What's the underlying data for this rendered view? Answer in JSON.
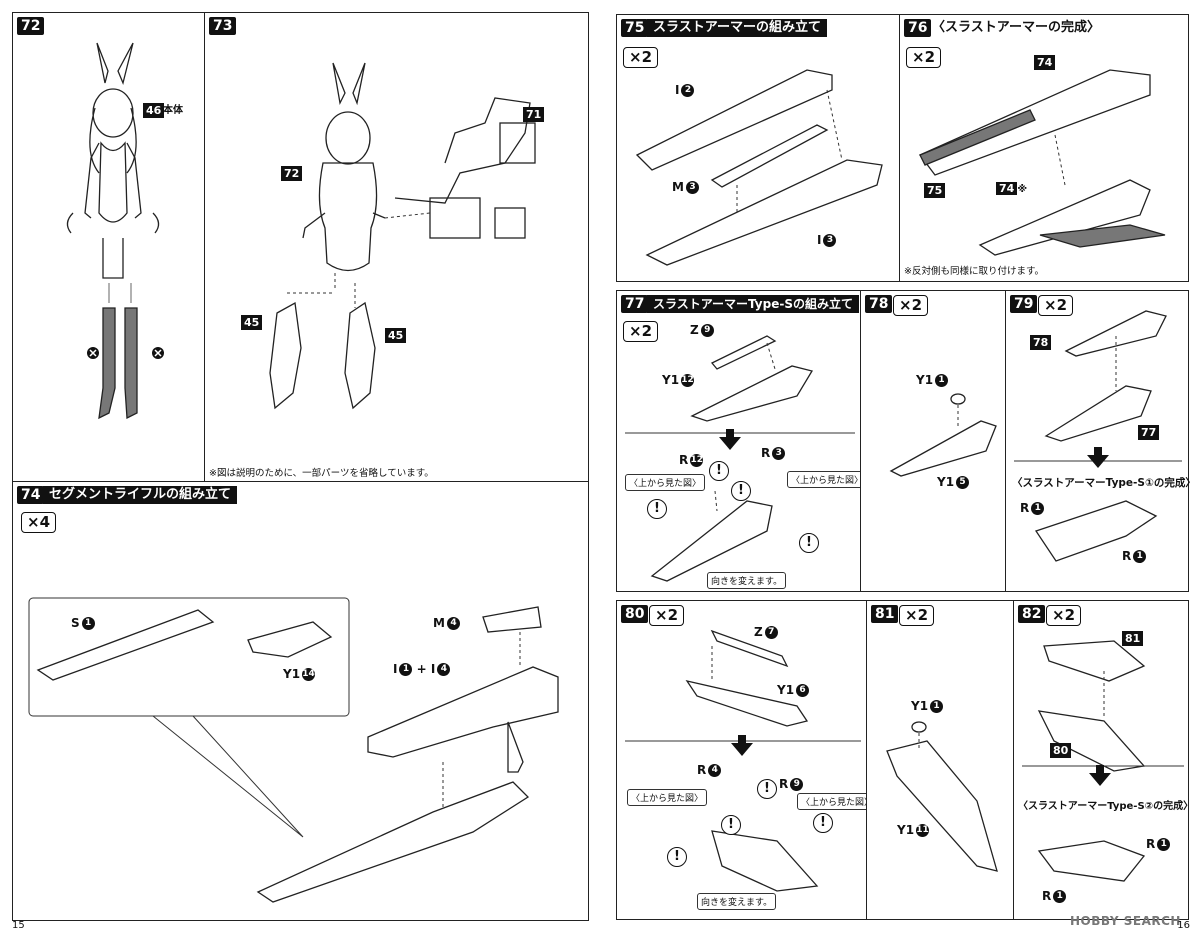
{
  "pages": {
    "left": "15",
    "right": "16"
  },
  "steps": {
    "s72": {
      "num": "72",
      "labels": {
        "body": "本体"
      },
      "tags": {
        "t46": "46"
      }
    },
    "s73": {
      "num": "73",
      "tags": {
        "t72": "72",
        "t71": "71",
        "t45a": "45",
        "t45b": "45"
      },
      "note": "※図は説明のために、一部パーツを省略しています。"
    },
    "s74": {
      "num": "74",
      "title": "セグメントライフルの組み立て",
      "mult": "×4",
      "parts": {
        "s": "S",
        "s_n": "1",
        "y1": "Y1",
        "y1_n": "14",
        "m": "M",
        "m_n": "4",
        "i": "I",
        "i_n1": "1",
        "plus": "+",
        "i2": "I",
        "i_n2": "4"
      }
    },
    "s75": {
      "num": "75",
      "title": "スラストアーマーの組み立て",
      "mult": "×2",
      "parts": {
        "i_a": "I",
        "i_a_n": "2",
        "m": "M",
        "m_n": "3",
        "i_b": "I",
        "i_b_n": "3"
      }
    },
    "s76": {
      "num": "76",
      "title": "〈スラストアーマーの完成〉",
      "mult": "×2",
      "tags": {
        "t74a": "74",
        "t75": "75",
        "t74b": "74"
      },
      "mark": "※",
      "note": "※反対側も同様に取り付けます。"
    },
    "s77": {
      "num": "77",
      "title": "スラストアーマーType-Sの組み立て",
      "mult": "×2",
      "parts": {
        "z": "Z",
        "z_n": "9",
        "y1": "Y1",
        "y1_n": "12",
        "r_a": "R",
        "r_a_n": "12",
        "r_b": "R",
        "r_b_n": "3"
      },
      "topview_a": "〈上から見た図〉",
      "topview_b": "〈上から見た図〉",
      "excl": "!",
      "turn": "向きを変えます。"
    },
    "s78": {
      "num": "78",
      "mult": "×2",
      "parts": {
        "y1a": "Y1",
        "y1a_n": "1",
        "y1b": "Y1",
        "y1b_n": "5"
      }
    },
    "s79": {
      "num": "79",
      "mult": "×2",
      "tags": {
        "t78": "78",
        "t77": "77"
      },
      "complete": "〈スラストアーマーType-S①の完成〉",
      "parts": {
        "r_a": "R",
        "r_a_n": "1",
        "r_b": "R",
        "r_b_n": "1"
      }
    },
    "s80": {
      "num": "80",
      "mult": "×2",
      "parts": {
        "z": "Z",
        "z_n": "7",
        "y1": "Y1",
        "y1_n": "6",
        "r_a": "R",
        "r_a_n": "4",
        "r_b": "R",
        "r_b_n": "9"
      },
      "topview_a": "〈上から見た図〉",
      "topview_b": "〈上から見た図〉",
      "turn": "向きを変えます。"
    },
    "s81": {
      "num": "81",
      "mult": "×2",
      "parts": {
        "y1a": "Y1",
        "y1a_n": "1",
        "y1b": "Y1",
        "y1b_n": "11"
      }
    },
    "s82": {
      "num": "82",
      "mult": "×2",
      "tags": {
        "t81": "81",
        "t80": "80"
      },
      "complete": "〈スラストアーマーType-S②の完成〉",
      "parts": {
        "r_a": "R",
        "r_a_n": "1",
        "r_b": "R",
        "r_b_n": "1"
      }
    }
  },
  "watermark": "HOBBY SEARCH"
}
